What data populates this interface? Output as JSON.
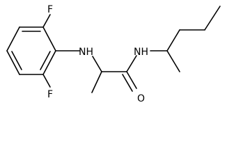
{
  "molecule": {
    "atom_labels": {
      "fluorine_top": "F",
      "fluorine_bottom": "F",
      "amine_nh": "NH",
      "amide_nh": "NH",
      "carbonyl_o": "O"
    }
  },
  "colors": {
    "bond": "#000000",
    "label": "#000000",
    "background": "#ffffff"
  }
}
